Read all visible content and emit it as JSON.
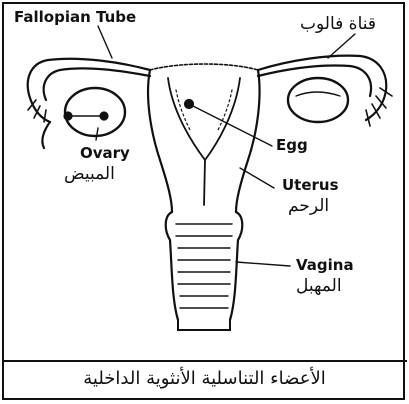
{
  "labels": {
    "fallopian_tube_en": "Fallopian Tube",
    "fallopian_tube_ar": "قناة فالوب",
    "egg_en": "Egg",
    "ovary_en": "Ovary",
    "ovary_ar": "المبيض",
    "uterus_en": "Uterus",
    "uterus_ar": "الرحم",
    "vagina_en": "Vagina",
    "vagina_ar": "المهبل"
  },
  "caption": "الأعضاء التناسلية الأنثوية الداخلية"
}
